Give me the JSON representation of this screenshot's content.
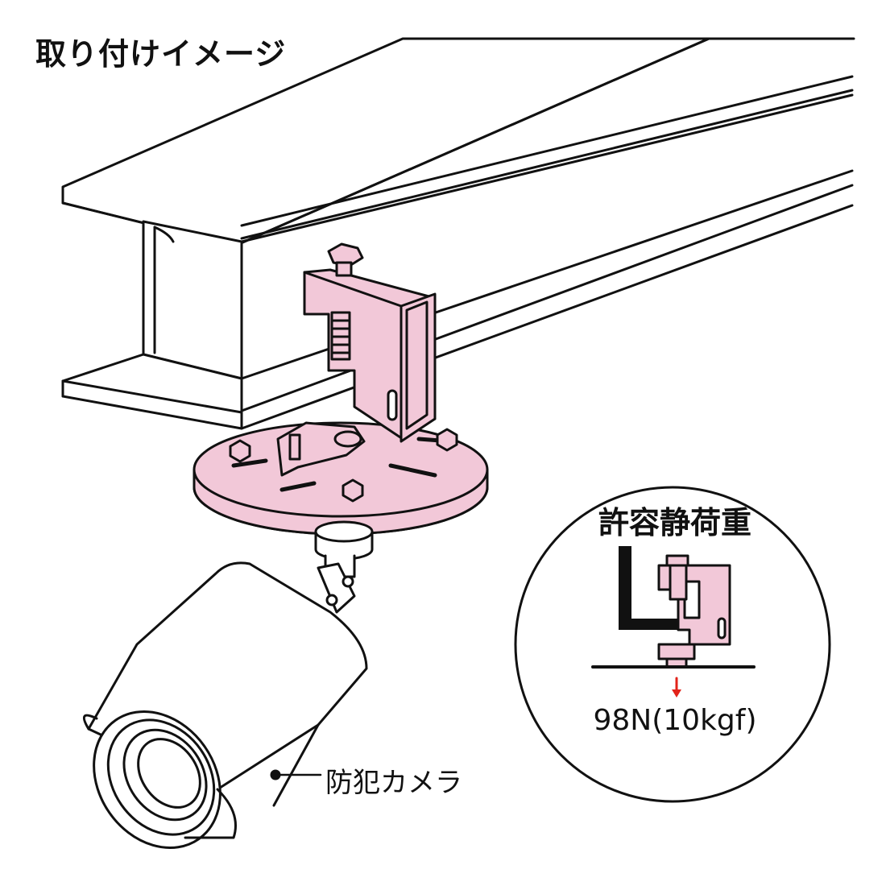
{
  "title": "取り付けイメージ",
  "inset": {
    "title": "許容静荷重",
    "load_value": "98N(10kgf)"
  },
  "callout": {
    "label": "防犯カメラ"
  },
  "colors": {
    "bracket_fill": "#f2c8d8",
    "line": "#111111",
    "load_arrow": "#e2231a",
    "steel_fill": "#ffffff"
  }
}
